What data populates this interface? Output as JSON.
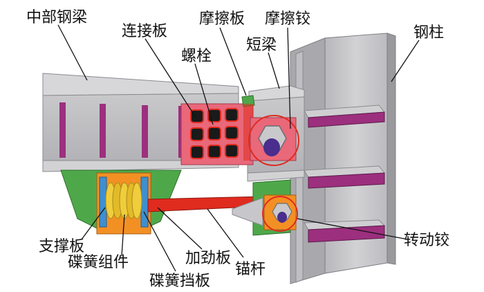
{
  "labels": {
    "middle_beam": "中部钢梁",
    "connecting_plate": "连接板",
    "friction_plate": "摩擦板",
    "friction_hinge": "摩擦铰",
    "steel_column": "钢柱",
    "bolt": "螺栓",
    "short_beam": "短梁",
    "support_plate": "支撑板",
    "disc_spring_assembly": "碟簧组件",
    "stiffener": "加劲板",
    "disc_spring_baffle": "碟簧挡板",
    "anchor_rod": "锚杆",
    "rotating_hinge": "转动铰"
  },
  "colors": {
    "steel_top": "#cfcfd1",
    "steel_face": "#bdbdc1",
    "steel_dark": "#a4a4a8",
    "connecting_plate": "#e9687a",
    "stiffener_magenta": "#9c2f7e",
    "green_plate": "#4ea84a",
    "red_rod": "#e02b1f",
    "orange": "#f39024",
    "yellow": "#f0cd3c",
    "blue": "#3f8fd0",
    "bolt": "#1a1a1a",
    "hinge_pin": "#4a2d8c",
    "circle": "#e02b1f"
  }
}
